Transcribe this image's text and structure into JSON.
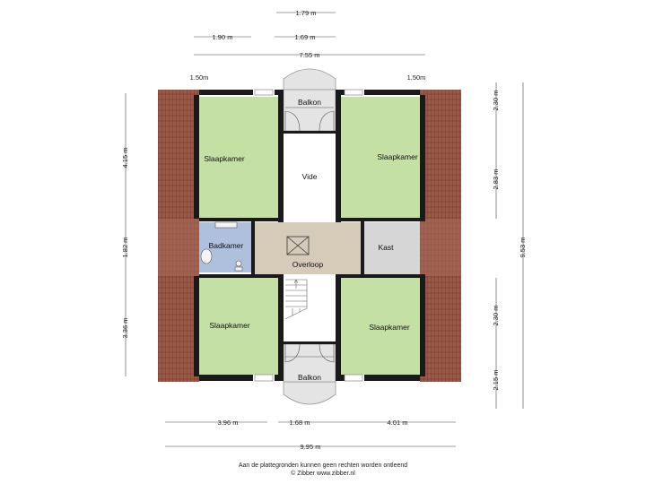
{
  "rooms": {
    "bedroom_top_left": "Slaapkamer",
    "bedroom_top_right": "Slaapkamer",
    "bedroom_bottom_left": "Slaapkamer",
    "bedroom_bottom_right": "Slaapkamer",
    "void": "Vide",
    "bathroom": "Badkamer",
    "landing": "Overloop",
    "closet": "Kast",
    "balcony_top": "Balkon",
    "balcony_bottom": "Balkon"
  },
  "dimensions": {
    "top_1": "1.79 m",
    "top_2a": "1.90 m",
    "top_2b": "1.69 m",
    "top_total": "7.55 m",
    "top_left_small": "1.50m",
    "top_right_small": "1.50m",
    "left_1": "4.15 m",
    "left_2": "1.82 m",
    "left_3": "3.36 m",
    "right_1": "2.30 m",
    "right_2": "2.83 m",
    "right_3": "2.30 m",
    "right_4": "2.15 m",
    "right_total": "9.53 m",
    "bottom_1": "3.96 m",
    "bottom_2": "1.68 m",
    "bottom_3": "4.01 m",
    "bottom_total": "9.95 m"
  },
  "footer": {
    "line1": "Aan de plattegronden kunnen geen rechten worden ontleend",
    "line2": "© Zibber www.zibber.nl"
  },
  "colors": {
    "bedroom": "#c5e0a5",
    "bathroom": "#aec0de",
    "landing": "#d6cbb9",
    "closet": "#d6d6d6",
    "roof": "#9b5a48",
    "wall": "#1a1a1a"
  }
}
